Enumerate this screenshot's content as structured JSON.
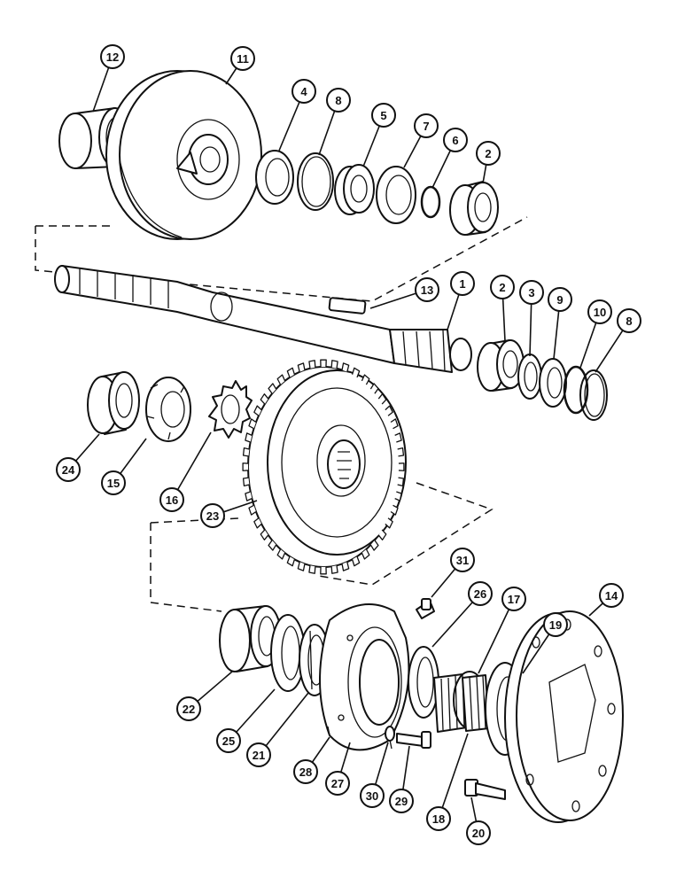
{
  "callouts": [
    {
      "id": "c1",
      "label": "1"
    },
    {
      "id": "c2a",
      "label": "2"
    },
    {
      "id": "c2b",
      "label": "2"
    },
    {
      "id": "c3",
      "label": "3"
    },
    {
      "id": "c4",
      "label": "4"
    },
    {
      "id": "c5",
      "label": "5"
    },
    {
      "id": "c6",
      "label": "6"
    },
    {
      "id": "c7",
      "label": "7"
    },
    {
      "id": "c8a",
      "label": "8"
    },
    {
      "id": "c8b",
      "label": "8"
    },
    {
      "id": "c9",
      "label": "9"
    },
    {
      "id": "c10",
      "label": "10"
    },
    {
      "id": "c11",
      "label": "11"
    },
    {
      "id": "c12",
      "label": "12"
    },
    {
      "id": "c13",
      "label": "13"
    },
    {
      "id": "c14",
      "label": "14"
    },
    {
      "id": "c15",
      "label": "15"
    },
    {
      "id": "c16",
      "label": "16"
    },
    {
      "id": "c17",
      "label": "17"
    },
    {
      "id": "c18",
      "label": "18"
    },
    {
      "id": "c19",
      "label": "19"
    },
    {
      "id": "c20",
      "label": "20"
    },
    {
      "id": "c21",
      "label": "21"
    },
    {
      "id": "c22",
      "label": "22"
    },
    {
      "id": "c23",
      "label": "23"
    },
    {
      "id": "c24",
      "label": "24"
    },
    {
      "id": "c25",
      "label": "25"
    },
    {
      "id": "c26",
      "label": "26"
    },
    {
      "id": "c27",
      "label": "27"
    },
    {
      "id": "c28",
      "label": "28"
    },
    {
      "id": "c29",
      "label": "29"
    },
    {
      "id": "c30",
      "label": "30"
    },
    {
      "id": "c31",
      "label": "31"
    }
  ]
}
